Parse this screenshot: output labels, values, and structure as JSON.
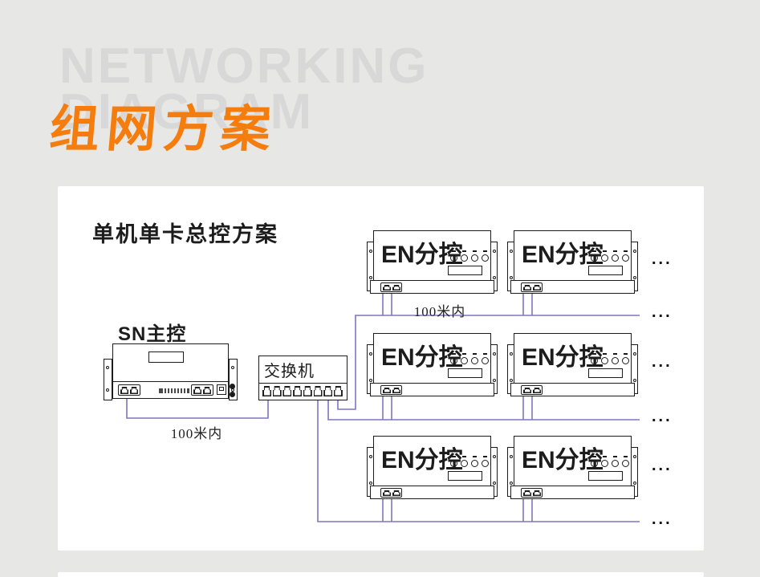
{
  "page": {
    "watermark_line1": "NETWORKING",
    "watermark_line2": "DIAGRAM",
    "title": "组网方案"
  },
  "diagram": {
    "subtitle": "单机单卡总控方案",
    "master_label": "SN主控",
    "switch_label": "交换机",
    "en_label": "EN分控",
    "en_unit_count": 6,
    "distance_label": "100米内",
    "ellipsis": "...",
    "colors": {
      "accent_orange": "#f57d0e",
      "cable_purple": "#7d76c2",
      "device_stroke": "#1c1c1c",
      "background_gray": "#e7e7e6",
      "watermark_gray": "#d8d8d8",
      "panel_white": "#ffffff"
    }
  }
}
